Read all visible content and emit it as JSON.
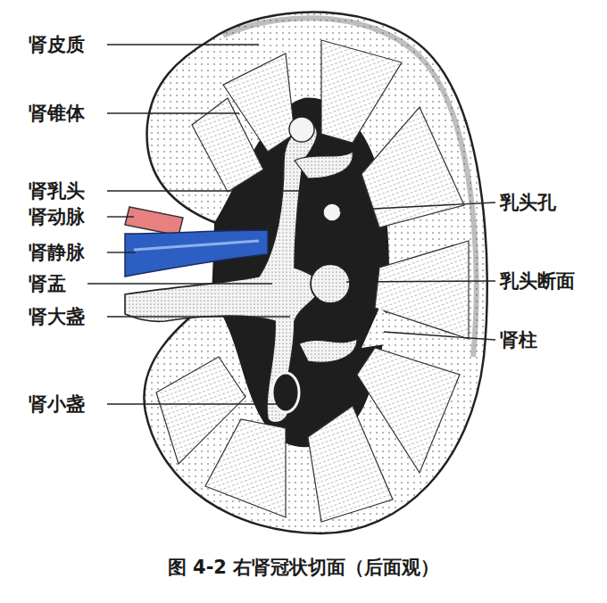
{
  "diagram": {
    "caption": "图 4-2 右肾冠状切面（后面观）",
    "labels": [
      "肾皮质",
      "肾锥体",
      "肾乳头",
      "肾动脉",
      "肾静脉",
      "肾盂",
      "肾大盏",
      "肾小盏",
      "乳头孔",
      "乳头断面",
      "肾柱"
    ]
  }
}
